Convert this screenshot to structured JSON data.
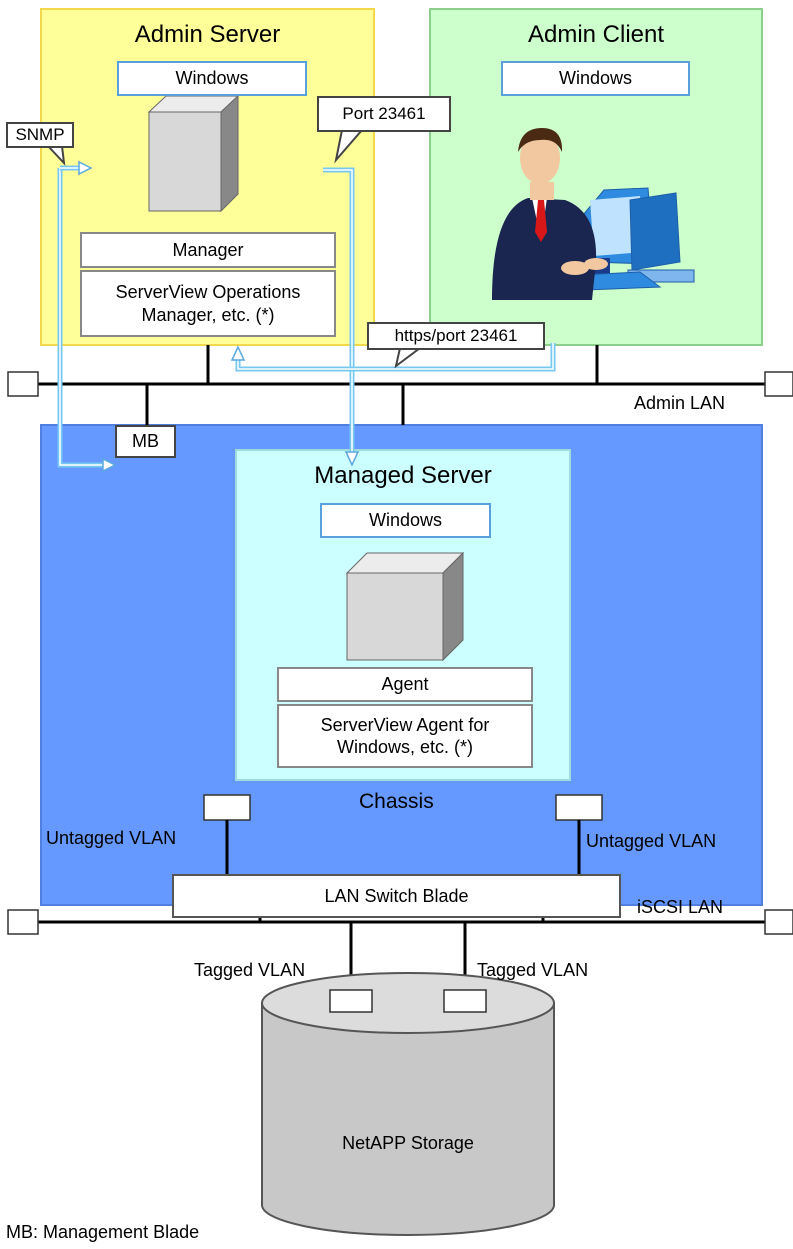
{
  "colors": {
    "admin_server_bg": "#ffff99",
    "admin_client_bg": "#ccffcc",
    "chassis_bg": "#6699ff",
    "managed_server_bg": "#ccffff",
    "os_border": "#5aa0dc",
    "arrow": "#77c8f0",
    "storage": "#c8c8c8"
  },
  "admin_server": {
    "title": "Admin Server",
    "os": "Windows",
    "software_1": "Manager",
    "software_2_line1": "ServerView Operations",
    "software_2_line2": "Manager, etc. (*)"
  },
  "admin_client": {
    "title": "Admin Client",
    "os": "Windows"
  },
  "callouts": {
    "snmp": "SNMP",
    "port": "Port 23461",
    "https": "https/port 23461"
  },
  "networks": {
    "admin_lan": "Admin LAN",
    "iscsi_lan": "iSCSI LAN"
  },
  "chassis": {
    "label": "Chassis",
    "mb": "MB",
    "managed_server": {
      "title": "Managed Server",
      "os": "Windows",
      "software_1": "Agent",
      "software_2_line1": "ServerView Agent for",
      "software_2_line2": "Windows, etc. (*)"
    },
    "untagged_left": "Untagged VLAN",
    "untagged_right": "Untagged VLAN",
    "lan_switch": "LAN Switch Blade"
  },
  "storage": {
    "label": "NetAPP Storage",
    "tagged_left": "Tagged VLAN",
    "tagged_right": "Tagged VLAN"
  },
  "footnote": "MB: Management Blade"
}
